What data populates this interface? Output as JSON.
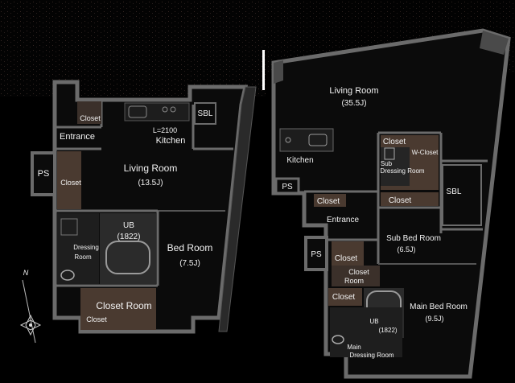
{
  "colors": {
    "background": "#000000",
    "wall": "#6b6b6b",
    "wall_dark": "#4a4a4a",
    "floor": "#0b0b0b",
    "closet": "#4a3a30",
    "bath": "#2b2b2b",
    "text": "#f2f2f2"
  },
  "left_unit": {
    "closet_top": "Closet",
    "sbl": "SBL",
    "entrance": "Entrance",
    "kitchen_length": "L=2100",
    "kitchen": "Kitchen",
    "ps": "PS",
    "closet_side": "Closet",
    "living_room": "Living Room",
    "living_room_size": "(13.5J)",
    "ub": "UB",
    "ub_size": "(1822)",
    "dressing_room_1": "Dressing",
    "dressing_room_2": "Room",
    "bed_room": "Bed Room",
    "bed_room_size": "(7.5J)",
    "closet_room": "Closet Room",
    "closet_bottom": "Closet"
  },
  "right_unit": {
    "living_room": "Living Room",
    "living_room_size": "(35.5J)",
    "closet_upper": "Closet",
    "w_closet": "W-Closet",
    "sub_dressing_1": "Sub",
    "sub_dressing_2": "Dressing Room",
    "kitchen": "Kitchen",
    "ps_top": "PS",
    "closet_a": "Closet",
    "closet_b": "Closet",
    "sbl": "SBL",
    "entrance": "Entrance",
    "sub_bed_room": "Sub Bed Room",
    "sub_bed_room_size": "(6.5J)",
    "ps_bottom": "PS",
    "closet_c": "Closet",
    "closet_room_1": "Closet",
    "closet_room_2": "Room",
    "closet_d": "Closet",
    "ub": "UB",
    "ub_size": "(1822)",
    "main_bed_room": "Main Bed Room",
    "main_bed_room_size": "(9.5J)",
    "main_dressing_1": "Main",
    "main_dressing_2": "Dressing Room"
  },
  "compass": {
    "north": "N"
  },
  "icons": [
    "compass-icon",
    "toilet-icon",
    "bathtub-icon",
    "sink-icon",
    "stove-icon",
    "washer-icon"
  ]
}
